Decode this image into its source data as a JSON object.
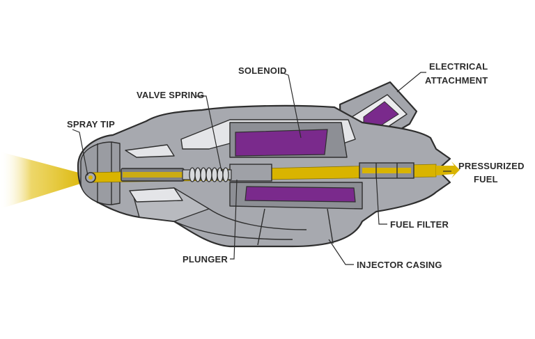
{
  "labels": {
    "solenoid": "SOLENOID",
    "electrical_line1": "ELECTRICAL",
    "electrical_line2": "ATTACHMENT",
    "valve_spring": "VALVE SPRING",
    "spray_tip": "SPRAY TIP",
    "pressurized_line1": "PRESSURIZED",
    "pressurized_line2": "FUEL",
    "fuel_filter": "FUEL FILTER",
    "plunger": "PLUNGER",
    "injector_casing": "INJECTOR CASING"
  },
  "colors": {
    "fuel": "#d9b400",
    "coil": "#7a2a8c",
    "body_dark": "#8e9097",
    "body_mid": "#b3b5bb",
    "body_light": "#d9dadd",
    "outline": "#2e2e2e"
  }
}
